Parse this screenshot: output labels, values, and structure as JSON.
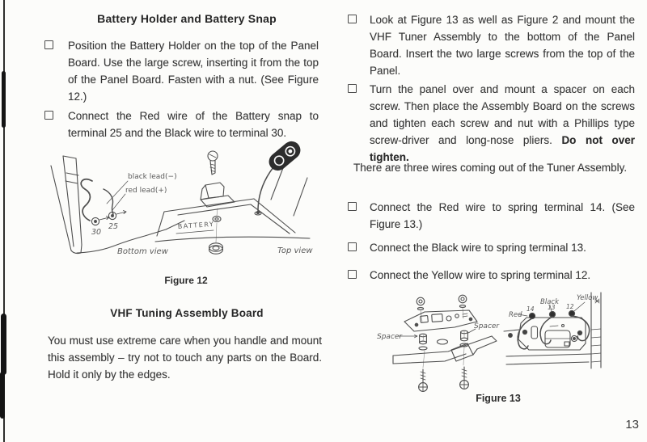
{
  "page": {
    "number": "13",
    "paper_color": "#fcfcfa",
    "ink_color": "#383838"
  },
  "icons": {
    "checkbox": "empty-square-outline"
  },
  "left": {
    "heading1": "Battery Holder and Battery Snap",
    "item1": "Position the Battery Holder on the top of the Panel Board.  Use the large screw, inserting it from the top of the Panel Board.  Fasten with a nut. (See Figure 12.)",
    "item2": "Connect the Red wire of the Battery snap to terminal 25 and the Black wire to terminal 30.",
    "fig12": {
      "label_black_lead": "black lead(−)",
      "label_red_lead": "red lead(+)",
      "terminal_30": "30",
      "terminal_25": "25",
      "label_bottom_view": "Bottom view",
      "label_battery": "BATTERY",
      "label_top_view": "Top view",
      "caption": "Figure 12"
    },
    "heading2": "VHF Tuning Assembly Board",
    "para1": "You must use extreme care when you handle and mount this assembly – try not to touch any parts on the Board.  Hold it only by the edges."
  },
  "right": {
    "item1": "Look at Figure 13 as well as Figure 2 and mount the VHF Tuner Assembly to the bottom of the Panel Board.  Insert the two large screws from the top of the Panel.",
    "item2_text": "Turn the panel over and mount a spacer on each screw.  Then place the Assembly Board on the screws and tighten each screw and nut with a Phillips type screw-driver and long-nose pliers.",
    "item2_bold": "Do not over tighten.",
    "para1": "There are three wires coming out of the Tuner Assembly.",
    "item3": "Connect the Red wire to spring terminal 14. (See Figure 13.)",
    "item4": "Connect the Black wire to spring terminal 13.",
    "item5": "Connect the Yellow wire to spring terminal 12.",
    "fig13": {
      "label_spacer_left": "Spacer",
      "label_spacer_right": "Spacer",
      "label_red": "Red",
      "label_black": "Black",
      "label_yellow": "Yellow",
      "terminal_14": "14",
      "terminal_13": "13",
      "terminal_12": "12",
      "caption": "Figure 13"
    }
  }
}
